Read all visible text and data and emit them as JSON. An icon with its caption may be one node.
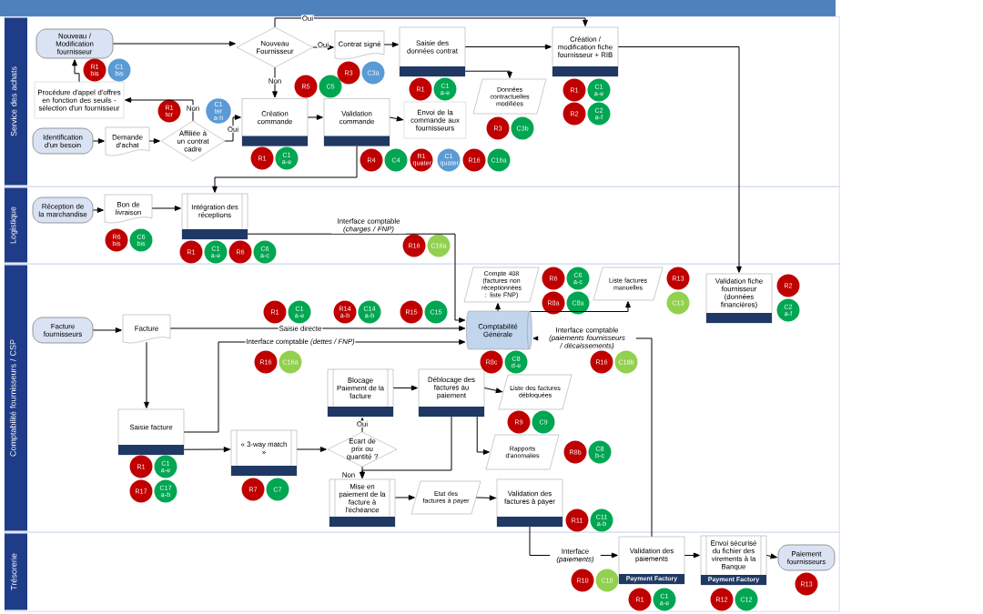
{
  "diagram": {
    "nodes": [
      {
        "text": [
          "Service des achats"
        ]
      },
      {
        "text": [
          "Logistique"
        ]
      },
      {
        "text": [
          "Comptabilité fournisseurs / CSP"
        ]
      },
      {
        "text": [
          "Trésorerie"
        ]
      },
      {
        "text": [
          "Nouveau / Modification fournisseur"
        ],
        "in": 0
      },
      {
        "text": [
          "Nouveau Fournisseur"
        ],
        "in": 0
      },
      {
        "text": [
          "Contrat signé"
        ],
        "in": 0
      },
      {
        "text": [
          "Saisie des données contrat"
        ],
        "in": 0
      },
      {
        "text": [
          "Création / modification fiche fournisseur + RIB"
        ],
        "in": 0
      },
      {
        "text": [
          "Procédure d'appel d'offres en fonction des seuils - sélection d'un fournisseur"
        ],
        "in": 0
      },
      {
        "text": [
          "Création commande"
        ],
        "in": 0
      },
      {
        "text": [
          "Validation commande"
        ],
        "in": 0
      },
      {
        "text": [
          "Envoi de la commande aux fournisseurs"
        ],
        "in": 0
      },
      {
        "text": [
          "Données contractuelles modifiées"
        ],
        "in": 0
      },
      {
        "text": [
          "Identification d'un besoin"
        ],
        "in": 0
      },
      {
        "text": [
          "Demande d'achat"
        ],
        "in": 0
      },
      {
        "text": [
          "Affiliée à un contrat cadre"
        ],
        "in": 0
      },
      {
        "text": [
          "Réception de la marchandise"
        ],
        "in": 1
      },
      {
        "text": [
          "Bon de livraison"
        ],
        "in": 1
      },
      {
        "text": [
          "Intégration des réceptions"
        ],
        "in": 1
      },
      {
        "text": [
          "Facture fournisseurs"
        ],
        "in": 2
      },
      {
        "text": [
          "Facture"
        ],
        "in": 2
      },
      {
        "text": [
          "Comptabilité Générale"
        ],
        "in": 2
      },
      {
        "text": [
          "Compte 408 (factures non réceptionnées : liste FNP)"
        ],
        "in": 2
      },
      {
        "text": [
          "Liste factures manuelles"
        ],
        "in": 2
      },
      {
        "text": [
          "Validation fiche fournisseur (données financières)"
        ],
        "in": 2
      },
      {
        "text": [
          "Saisie facture"
        ],
        "in": 2
      },
      {
        "text": [
          "« 3-way match »"
        ],
        "in": 2
      },
      {
        "text": [
          "Blocage Paiement de la facture"
        ],
        "in": 2
      },
      {
        "text": [
          "Déblocage des factures au paiement"
        ],
        "in": 2
      },
      {
        "text": [
          "Liste des factures débloquées"
        ],
        "in": 2
      },
      {
        "text": [
          "Ecart de prix ou quantité ?"
        ],
        "in": 2
      },
      {
        "text": [
          "Rapports d'anomalies"
        ],
        "in": 2
      },
      {
        "text": [
          "Mise en paiement de la facture à l'échéance"
        ],
        "in": 2
      },
      {
        "text": [
          "Etat des factures à payer"
        ],
        "in": 2
      },
      {
        "text": [
          "Validation des factures à payer"
        ],
        "in": 2
      },
      {
        "text": [
          "Validation des paiements",
          "Payment Factory"
        ],
        "in": 3
      },
      {
        "text": [
          "Envoi sécurisé du fichier des virements à la Banque",
          "Payment Factory"
        ],
        "in": 3
      },
      {
        "text": [
          "Paiement fournisseurs"
        ],
        "in": 3
      },
      {
        "text": [
          "R1 bis"
        ],
        "in": 0
      },
      {
        "text": [
          "C1 bis"
        ],
        "in": 0
      },
      {
        "text": [
          "R1 ter"
        ],
        "in": 0
      },
      {
        "text": [
          "C1 ter a-h"
        ],
        "in": 0
      },
      {
        "text": [
          "R5"
        ],
        "in": 0
      },
      {
        "text": [
          "C5"
        ],
        "in": 0
      },
      {
        "text": [
          "R3"
        ],
        "in": 0
      },
      {
        "text": [
          "C3a"
        ],
        "in": 0
      },
      {
        "text": [
          "R1"
        ],
        "in": 0
      },
      {
        "text": [
          "C1 a-e"
        ],
        "in": 0
      },
      {
        "text": [
          "R3"
        ],
        "in": 0
      },
      {
        "text": [
          "C3b"
        ],
        "in": 0
      },
      {
        "text": [
          "R1"
        ],
        "in": 0
      },
      {
        "text": [
          "C1 a-e"
        ],
        "in": 0
      },
      {
        "text": [
          "R2"
        ],
        "in": 0
      },
      {
        "text": [
          "C2 a-f"
        ],
        "in": 0
      },
      {
        "text": [
          "R1"
        ],
        "in": 0
      },
      {
        "text": [
          "C1 a-e"
        ],
        "in": 0
      },
      {
        "text": [
          "R4"
        ],
        "in": 0
      },
      {
        "text": [
          "C4"
        ],
        "in": 0
      },
      {
        "text": [
          "R1 quater"
        ],
        "in": 0
      },
      {
        "text": [
          "C1 quater"
        ],
        "in": 0
      },
      {
        "text": [
          "R16"
        ],
        "in": 0
      },
      {
        "text": [
          "C16a"
        ],
        "in": 0
      },
      {
        "text": [
          "R6 bis"
        ],
        "in": 1
      },
      {
        "text": [
          "C6 bis"
        ],
        "in": 1
      },
      {
        "text": [
          "R1"
        ],
        "in": 1
      },
      {
        "text": [
          "C1 a-e"
        ],
        "in": 1
      },
      {
        "text": [
          "R6"
        ],
        "in": 1
      },
      {
        "text": [
          "C6 a-c"
        ],
        "in": 1
      },
      {
        "text": [
          "R16"
        ],
        "in": 1
      },
      {
        "text": [
          "C16a"
        ],
        "in": 1
      },
      {
        "text": [
          "R6"
        ],
        "in": 2
      },
      {
        "text": [
          "C6 a-c"
        ],
        "in": 2
      },
      {
        "text": [
          "R8a"
        ],
        "in": 2
      },
      {
        "text": [
          "C8a"
        ],
        "in": 2
      },
      {
        "text": [
          "R13"
        ],
        "in": 2
      },
      {
        "text": [
          "C13"
        ],
        "in": 2
      },
      {
        "text": [
          "R2"
        ],
        "in": 2
      },
      {
        "text": [
          "C2 a-f"
        ],
        "in": 2
      },
      {
        "text": [
          "R1"
        ],
        "in": 2
      },
      {
        "text": [
          "C1 a-e"
        ],
        "in": 2
      },
      {
        "text": [
          "R14 a-b"
        ],
        "in": 2
      },
      {
        "text": [
          "C14 a-b"
        ],
        "in": 2
      },
      {
        "text": [
          "R15"
        ],
        "in": 2
      },
      {
        "text": [
          "C15"
        ],
        "in": 2
      },
      {
        "text": [
          "R16"
        ],
        "in": 2
      },
      {
        "text": [
          "C16a"
        ],
        "in": 2
      },
      {
        "text": [
          "R8c"
        ],
        "in": 2
      },
      {
        "text": [
          "C8 d-e"
        ],
        "in": 2
      },
      {
        "text": [
          "R16"
        ],
        "in": 2
      },
      {
        "text": [
          "C16b"
        ],
        "in": 2
      },
      {
        "text": [
          "R9"
        ],
        "in": 2
      },
      {
        "text": [
          "C9"
        ],
        "in": 2
      },
      {
        "text": [
          "R8b"
        ],
        "in": 2
      },
      {
        "text": [
          "C8 b-c"
        ],
        "in": 2
      },
      {
        "text": [
          "R1"
        ],
        "in": 2
      },
      {
        "text": [
          "C1 a-e"
        ],
        "in": 2
      },
      {
        "text": [
          "R17"
        ],
        "in": 2
      },
      {
        "text": [
          "C17 a-b"
        ],
        "in": 2
      },
      {
        "text": [
          "R7"
        ],
        "in": 2
      },
      {
        "text": [
          "C7"
        ],
        "in": 2
      },
      {
        "text": [
          "R11"
        ],
        "in": 2
      },
      {
        "text": [
          "C11 a-b"
        ],
        "in": 2
      },
      {
        "text": [
          "R10"
        ],
        "in": 3
      },
      {
        "text": [
          "C10"
        ],
        "in": 3
      },
      {
        "text": [
          "R1"
        ],
        "in": 3
      },
      {
        "text": [
          "C1 a-e"
        ],
        "in": 3
      },
      {
        "text": [
          "R12"
        ],
        "in": 3
      },
      {
        "text": [
          "C12"
        ],
        "in": 3
      },
      {
        "text": [
          "R13"
        ],
        "in": 3
      }
    ],
    "edges": [
      {
        "from": 4,
        "to": 5,
        "arrow": "to"
      },
      {
        "from": 5,
        "to": 6,
        "arrow": "to",
        "label": "Oui"
      },
      {
        "from": 5,
        "to": 8,
        "arrow": "to",
        "label": "Oui"
      },
      {
        "from": 5,
        "to": 10,
        "arrow": "to",
        "label": "Non"
      },
      {
        "from": 6,
        "to": 7,
        "arrow": "to"
      },
      {
        "from": 7,
        "to": 8,
        "arrow": "to"
      },
      {
        "from": 7,
        "to": 13,
        "arrow": "to"
      },
      {
        "from": 8,
        "to": 25,
        "arrow": "to"
      },
      {
        "from": 9,
        "to": 4,
        "arrow": "to"
      },
      {
        "from": 14,
        "to": 15,
        "arrow": "to"
      },
      {
        "from": 15,
        "to": 16,
        "arrow": "to"
      },
      {
        "from": 16,
        "to": 9,
        "arrow": "to",
        "label": "Non"
      },
      {
        "from": 16,
        "to": 10,
        "arrow": "to",
        "label": "Oui"
      },
      {
        "from": 10,
        "to": 11,
        "arrow": "to"
      },
      {
        "from": 11,
        "to": 12,
        "arrow": "to"
      },
      {
        "from": 11,
        "to": 19,
        "arrow": "to"
      },
      {
        "from": 17,
        "to": 18,
        "arrow": "to"
      },
      {
        "from": 18,
        "to": 19,
        "arrow": "to"
      },
      {
        "from": 19,
        "to": 22,
        "arrow": "to",
        "label": "Interface comptable *(charges / FNP)*"
      },
      {
        "from": 20,
        "to": 21,
        "arrow": "to"
      },
      {
        "from": 21,
        "to": 22,
        "arrow": "to",
        "label": "Saisie directe"
      },
      {
        "from": 21,
        "to": 26,
        "arrow": "to"
      },
      {
        "from": 26,
        "to": 22,
        "arrow": "to",
        "label": "Interface comptable *(dettes / FNP)*"
      },
      {
        "from": 22,
        "to": 23,
        "arrow": "to"
      },
      {
        "from": 22,
        "to": 24,
        "arrow": "to"
      },
      {
        "from": 26,
        "to": 27,
        "arrow": "to"
      },
      {
        "from": 27,
        "to": 31,
        "arrow": "to"
      },
      {
        "from": 31,
        "to": 28,
        "arrow": "to",
        "label": "Oui"
      },
      {
        "from": 31,
        "to": 33,
        "arrow": "to",
        "label": "Non"
      },
      {
        "from": 28,
        "to": 29,
        "arrow": "to"
      },
      {
        "from": 29,
        "to": 30,
        "arrow": "to"
      },
      {
        "from": 29,
        "to": 32,
        "arrow": "to"
      },
      {
        "from": 29,
        "to": 33,
        "arrow": "to"
      },
      {
        "from": 33,
        "to": 34,
        "arrow": "to"
      },
      {
        "from": 34,
        "to": 35,
        "arrow": "to"
      },
      {
        "from": 35,
        "to": 36,
        "arrow": "to",
        "label": "Interface *(paiements)*"
      },
      {
        "from": 36,
        "to": 22,
        "arrow": "to",
        "label": "Interface comptable *(paiements fournisseurs / décaissements)*"
      },
      {
        "from": 36,
        "to": 37,
        "arrow": "to"
      },
      {
        "from": 37,
        "to": 38,
        "arrow": "to"
      }
    ]
  }
}
